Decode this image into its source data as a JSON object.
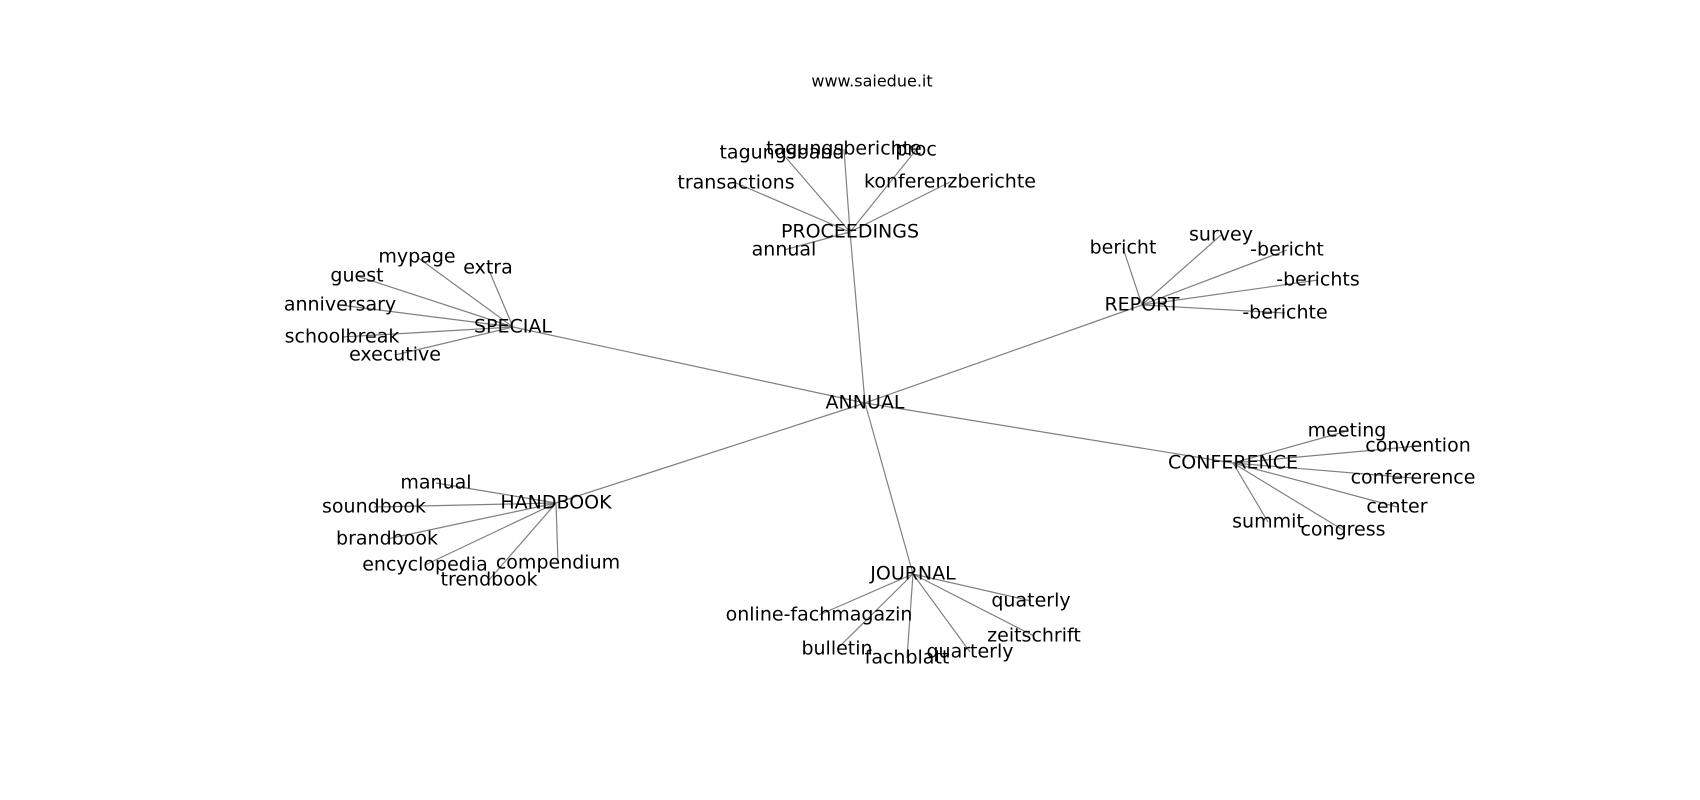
{
  "header": {
    "site": "www.saiedue.it"
  },
  "graph": {
    "root": "ANNUAL",
    "hubs": [
      {
        "id": "PROCEEDINGS",
        "leaves": [
          "tagungsband",
          "tagungsberichte",
          "proc",
          "transactions",
          "konferenzberichte",
          "annual"
        ]
      },
      {
        "id": "REPORT",
        "leaves": [
          "bericht",
          "survey",
          "-bericht",
          "-berichts",
          "-berichte"
        ]
      },
      {
        "id": "SPECIAL",
        "leaves": [
          "mypage",
          "extra",
          "guest",
          "anniversary",
          "schoolbreak",
          "executive"
        ]
      },
      {
        "id": "CONFERENCE",
        "leaves": [
          "meeting",
          "convention",
          "confererence",
          "center",
          "summit",
          "congress"
        ]
      },
      {
        "id": "HANDBOOK",
        "leaves": [
          "manual",
          "soundbook",
          "brandbook",
          "encyclopedia",
          "compendium",
          "trendbook"
        ]
      },
      {
        "id": "JOURNAL",
        "leaves": [
          "quaterly",
          "online-fachmagazin",
          "zeitschrift",
          "bulletin",
          "fachblatt",
          "quarterly"
        ]
      }
    ]
  }
}
